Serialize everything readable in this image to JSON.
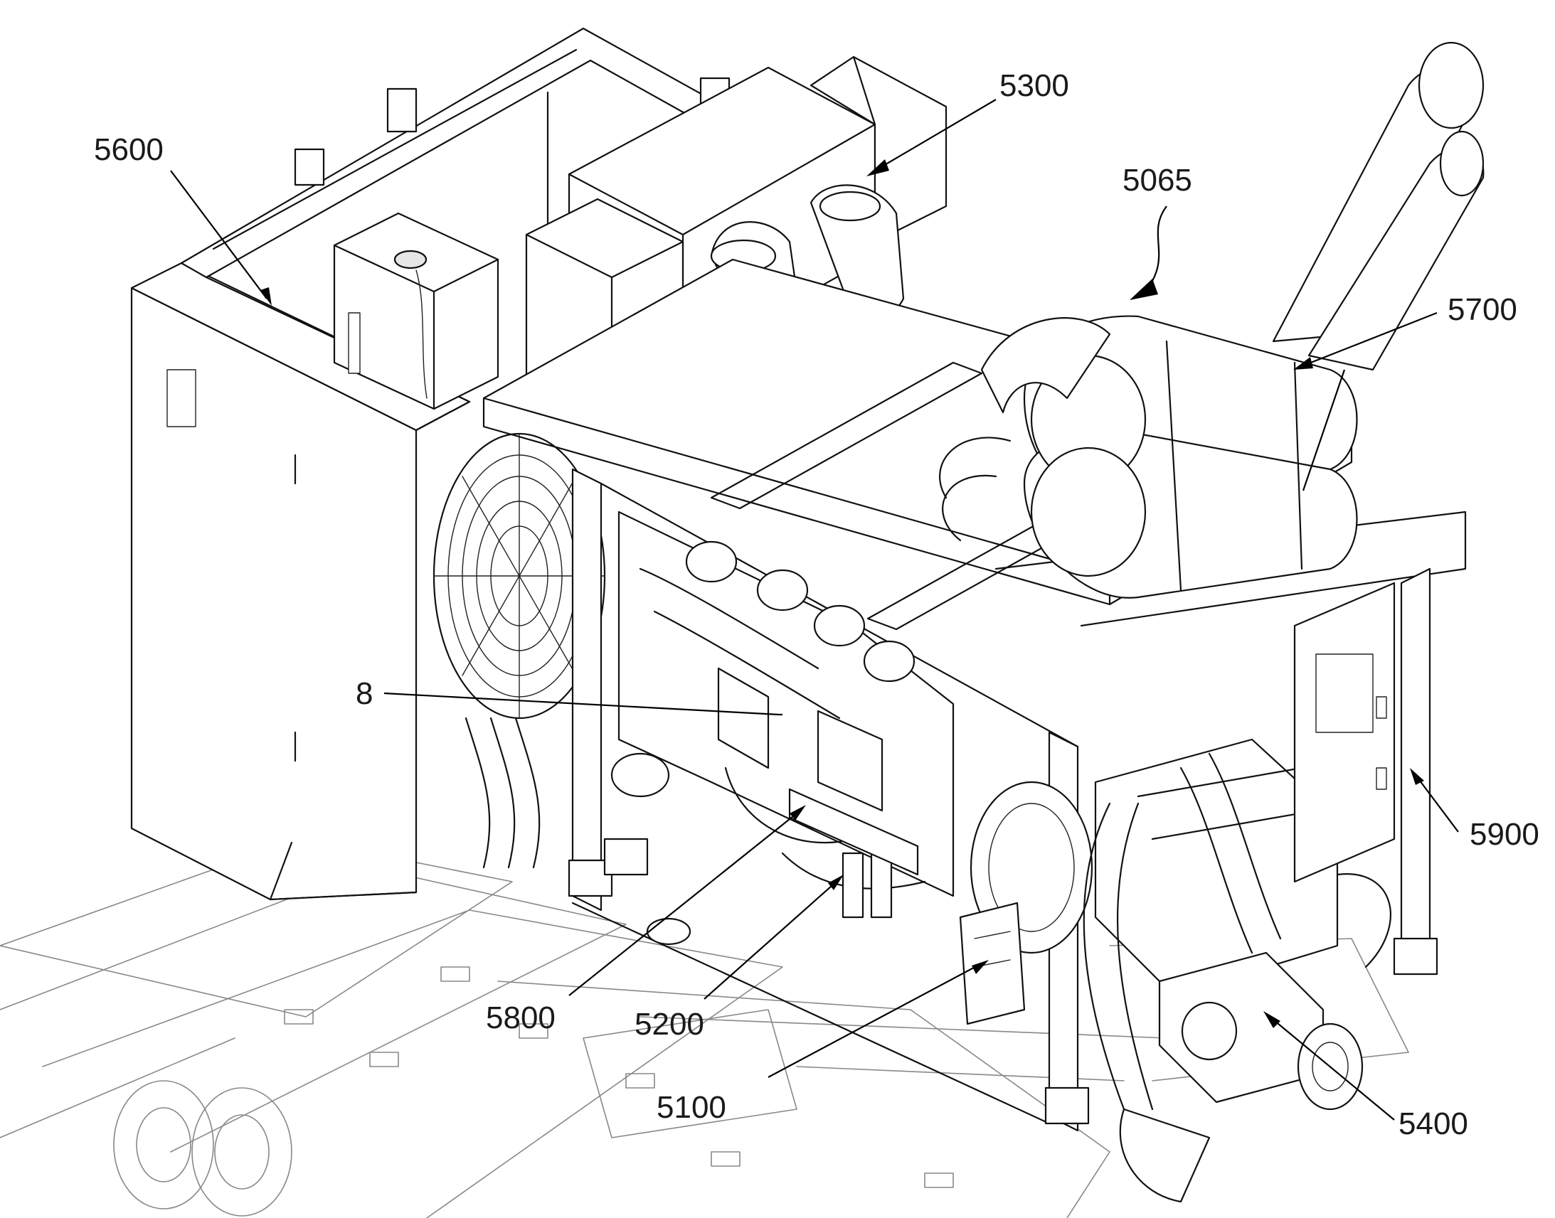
{
  "callouts": {
    "c5300": "5300",
    "c5600": "5600",
    "c5065": "5065",
    "c5700": "5700",
    "c8": "8",
    "c5900": "5900",
    "c5800": "5800",
    "c5200": "5200",
    "c5100": "5100",
    "c5400": "5400"
  },
  "colors": {
    "line": "#000000",
    "background": "#ffffff"
  }
}
